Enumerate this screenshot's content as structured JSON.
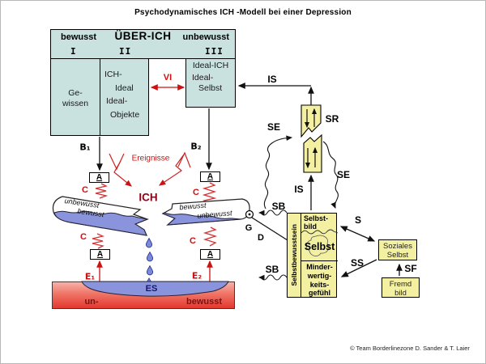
{
  "title": "Psychodynamisches ICH -Modell bei einer Depression",
  "copyright": "© Team Borderlinezone D. Sander & T. Laier",
  "uberich": {
    "bewusst": "bewusst",
    "name": "ÜBER-ICH",
    "unbewusst": "unbewusst",
    "roman": [
      "I",
      "II",
      "III"
    ],
    "gewissen": [
      "Ge-",
      "wissen"
    ],
    "ich_ideal": [
      "ICH-",
      "Ideal",
      "Ideal-",
      "Objekte"
    ],
    "ideal_ich": [
      "Ideal-ICH",
      "Ideal-",
      "Selbst"
    ]
  },
  "labels": {
    "vi": "VI",
    "is": "IS",
    "sr": "SR",
    "se": "SE",
    "sb": "SB",
    "g": "G",
    "d": "D",
    "s": "S",
    "ss": "SS",
    "sf": "SF",
    "b1": "B₁",
    "b2": "B₂",
    "e1": "E₁",
    "e2": "E₂",
    "a": "A",
    "c": "C",
    "ich": "ICH",
    "es": "ES",
    "ereignisse": "Ereignisse",
    "un": "un-",
    "bewusst": "bewusst"
  },
  "clouds": {
    "left": [
      "unbewusst",
      "bewusst"
    ],
    "right": [
      "bewusst",
      "unbewusst"
    ]
  },
  "selbst": {
    "vertical": "Selbstbewusstsein",
    "bild": [
      "Selbst-",
      "bild"
    ],
    "core": "Selbst",
    "minder": [
      "Minder-",
      "wertig-",
      "keits-",
      "gefühl"
    ]
  },
  "social": {
    "soziales": [
      "Soziales",
      "Selbst"
    ],
    "fremd": [
      "Fremd",
      "bild"
    ]
  },
  "colors": {
    "box_cyan": "#c9e2e0",
    "box_yellow": "#f4f0a2",
    "water_blue": "#8a94dc",
    "accent_red": "#cc1111",
    "ich_red": "#940016",
    "depression_red": "#e4372e"
  }
}
